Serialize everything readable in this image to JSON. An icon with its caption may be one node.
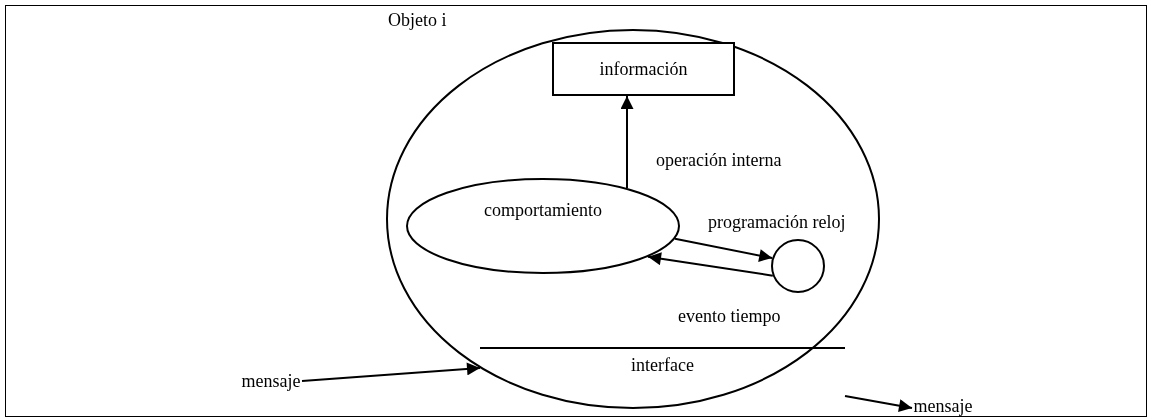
{
  "diagram": {
    "nodes": [
      {
        "text": [
          "Objeto i"
        ]
      },
      {
        "text": [
          "información"
        ],
        "in": 0
      },
      {
        "text": [
          "comportamiento"
        ],
        "in": 0
      },
      {
        "text": [],
        "shape": "circle",
        "in": 0
      },
      {
        "text": [
          "interface"
        ],
        "in": 0
      },
      {
        "text": [
          "mensaje"
        ]
      },
      {
        "text": [
          "mensaje"
        ]
      }
    ],
    "edges": [
      {
        "from": 2,
        "to": 1,
        "arrow": "to",
        "label": "operación interna"
      },
      {
        "from": 2,
        "to": 3,
        "arrow": "to",
        "label": "programación reloj"
      },
      {
        "from": 3,
        "to": 2,
        "arrow": "to",
        "label": "evento tiempo"
      },
      {
        "from": 5,
        "to": 4,
        "arrow": "to"
      },
      {
        "from": 4,
        "to": 6,
        "arrow": "to"
      }
    ]
  }
}
